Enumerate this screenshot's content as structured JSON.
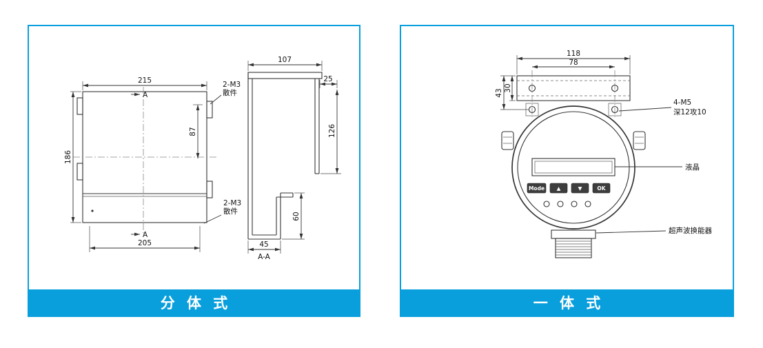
{
  "theme": {
    "accent": "#089fdc",
    "line_color": "#333333"
  },
  "panels": {
    "split": {
      "title": "分 体 式",
      "front": {
        "dim_top": "215",
        "dim_bottom": "205",
        "dim_left": "186",
        "dim_inner": "87",
        "section_top": "A",
        "section_bottom": "A",
        "callout_top1": "2-M3",
        "callout_top2": "散件",
        "callout_bot1": "2-M3",
        "callout_bot2": "散件"
      },
      "side": {
        "dim_top": "107",
        "dim_lip": "25",
        "dim_right": "126",
        "dim_step": "60",
        "dim_bottom": "45",
        "section_label": "A-A"
      }
    },
    "integrated": {
      "title": "一 体 式",
      "bracket": {
        "dim_outer": "118",
        "dim_inner": "78",
        "dim_h1": "43",
        "dim_h2": "30",
        "callout1": "4-M5",
        "callout2": "深12攻10"
      },
      "device": {
        "lcd": "液晶",
        "transducer": "超声波换能器",
        "btn_mode": "Mode",
        "btn_up": "▲",
        "btn_down": "▼",
        "btn_ok": "OK"
      }
    }
  }
}
